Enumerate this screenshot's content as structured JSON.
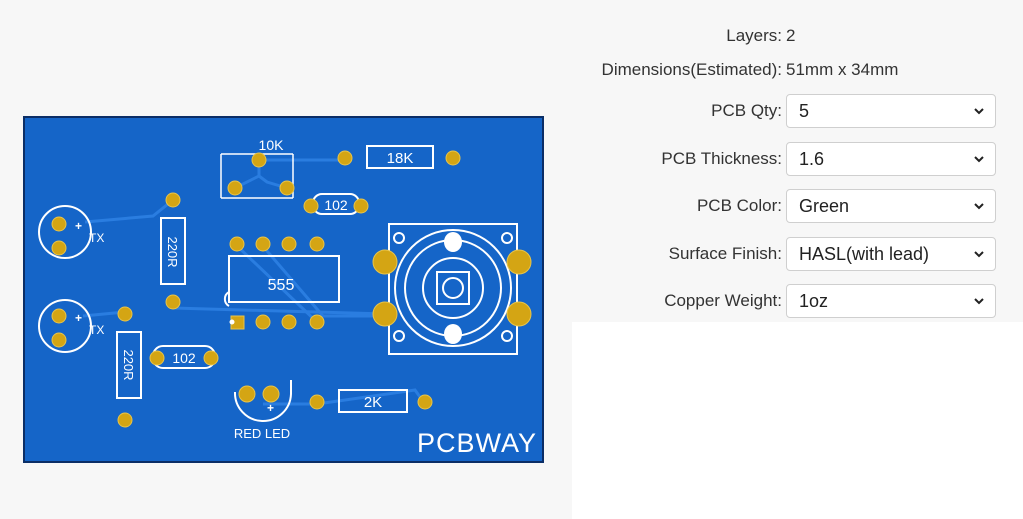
{
  "specs": {
    "layers_label": "Layers:",
    "layers_value": "2",
    "dimensions_label": "Dimensions(Estimated):",
    "dimensions_value": "51mm x 34mm",
    "pcb_qty_label": "PCB Qty:",
    "pcb_qty_value": "5",
    "pcb_thickness_label": "PCB Thickness:",
    "pcb_thickness_value": "1.6",
    "pcb_color_label": "PCB Color:",
    "pcb_color_value": "Green",
    "surface_finish_label": "Surface Finish:",
    "surface_finish_value": "HASL(with lead)",
    "copper_weight_label": "Copper Weight:",
    "copper_weight_value": "1oz"
  },
  "board": {
    "brand": "PCBWAY",
    "labels": {
      "r_10k": "10K",
      "r_18k": "18K",
      "c_102_top": "102",
      "c_102_bottom": "102",
      "ic_555": "555",
      "r_220_top": "220R",
      "r_220_bottom": "220R",
      "tx_top": "TX",
      "tx_bottom": "TX",
      "r_2k": "2K",
      "red_led": "RED LED"
    },
    "colors": {
      "board": "#1565c8",
      "pad": "#d4a514",
      "silk": "#ffffff"
    }
  }
}
